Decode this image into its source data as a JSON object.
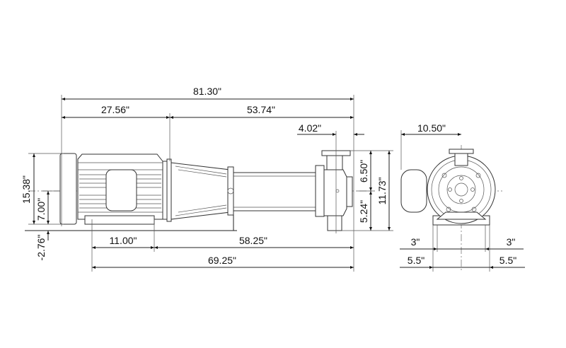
{
  "side_view": {
    "overall_length": "81.30\"",
    "motor_length": "27.56\"",
    "pump_end_length": "53.74\"",
    "discharge_offset": "4.02\"",
    "motor_height": "15.38\"",
    "shaft_height": "7.00\"",
    "base_offset": "-2.76\"",
    "base_mount_spacing": "11.00\"",
    "mount_to_pump": "58.25\"",
    "mount_to_pump_total": "69.25\"",
    "discharge_height": "6.50\"",
    "suction_depth": "5.24\"",
    "pump_height": "11.73\""
  },
  "end_view": {
    "motor_offset": "10.50\"",
    "foot_left": "3\"",
    "foot_right": "3\"",
    "base_left": "5.5\"",
    "base_right": "5.5\""
  }
}
